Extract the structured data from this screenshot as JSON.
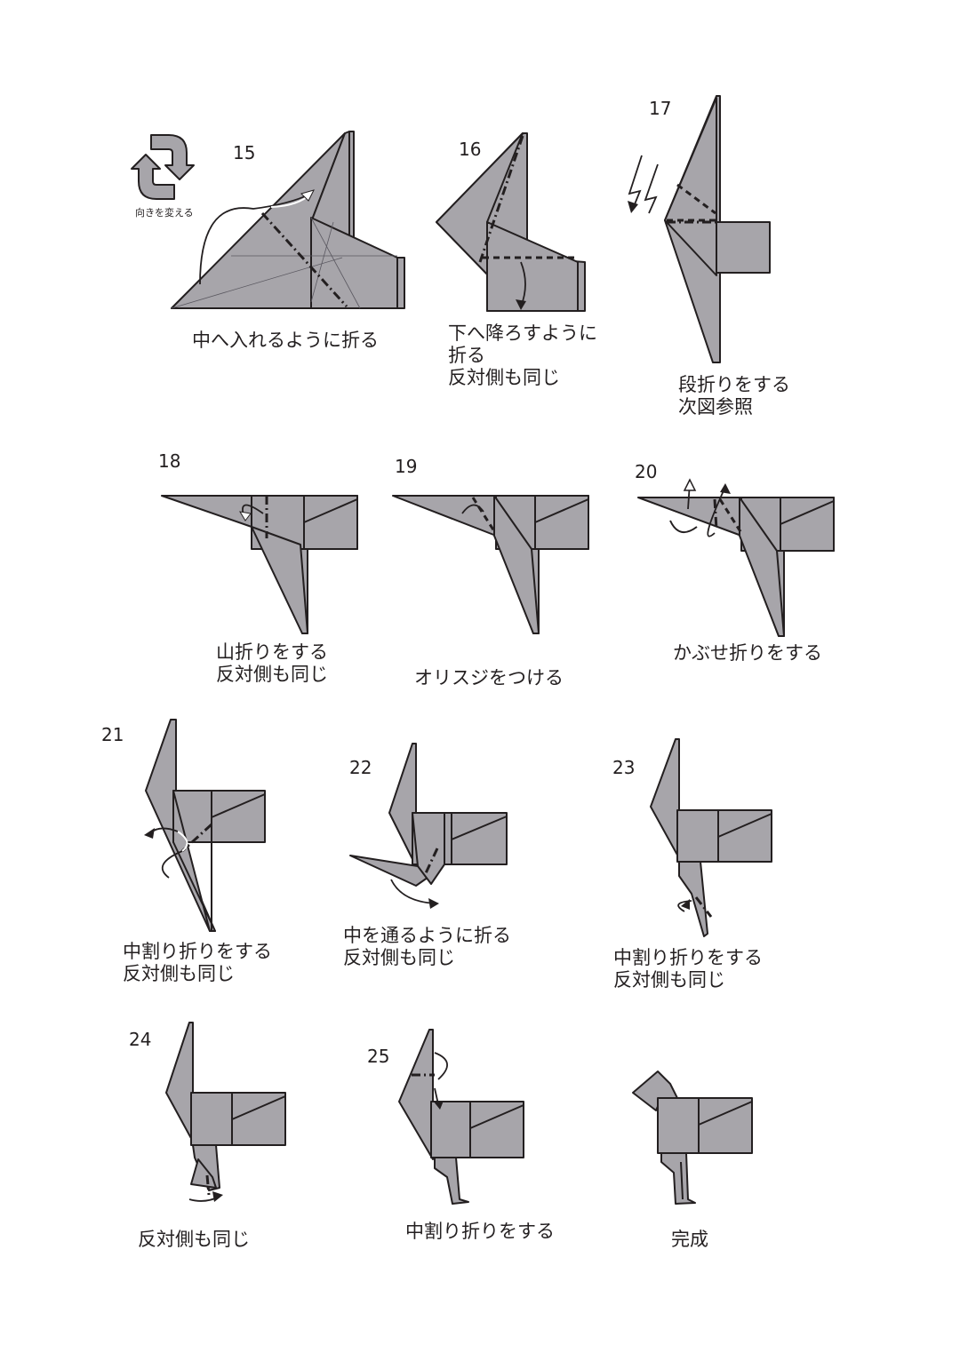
{
  "turn": {
    "label": "向きを変える",
    "icon": "rotate-arrows-icon"
  },
  "steps": [
    {
      "num": "15",
      "caption": "中へ入れるように折る"
    },
    {
      "num": "16",
      "caption": "下へ降ろすように\n折る\n反対側も同じ"
    },
    {
      "num": "17",
      "caption": "段折りをする\n次図参照"
    },
    {
      "num": "18",
      "caption": "山折りをする\n反対側も同じ"
    },
    {
      "num": "19",
      "caption": "オリスジをつける"
    },
    {
      "num": "20",
      "caption": "かぶせ折りをする"
    },
    {
      "num": "21",
      "caption": "中割り折りをする\n反対側も同じ"
    },
    {
      "num": "22",
      "caption": "中を通るように折る\n反対側も同じ"
    },
    {
      "num": "23",
      "caption": "中割り折りをする\n反対側も同じ"
    },
    {
      "num": "24",
      "caption": "反対側も同じ"
    },
    {
      "num": "25",
      "caption": "中割り折りをする"
    },
    {
      "num": "",
      "caption": "完成"
    }
  ],
  "colors": {
    "paper": "#a7a5aa",
    "line": "#231f20"
  }
}
